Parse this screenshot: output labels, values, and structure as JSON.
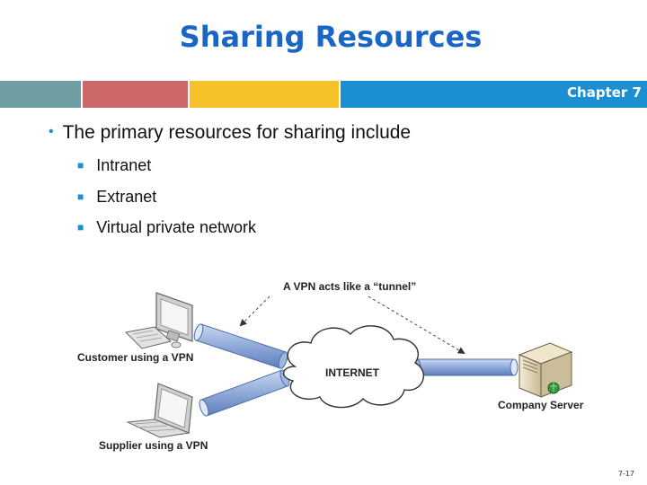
{
  "slide": {
    "title": "Sharing Resources",
    "chapter": "Chapter 7",
    "bullet": "The primary resources for sharing include",
    "sub_items": [
      "Intranet",
      "Extranet",
      "Virtual private network"
    ],
    "page_number": "7-17"
  },
  "diagram": {
    "tunnel_caption": "A VPN acts like a “tunnel”",
    "customer_label": "Customer using a VPN",
    "supplier_label": "Supplier using a VPN",
    "internet_label": "INTERNET",
    "server_label": "Company Server"
  },
  "colors": {
    "title": "#1a66c5",
    "band_teal": "#6f9ea2",
    "band_red": "#cd6868",
    "band_yellow": "#f7c12a",
    "band_blue": "#1b8fd2",
    "tunnel": "#8fa9d8"
  }
}
